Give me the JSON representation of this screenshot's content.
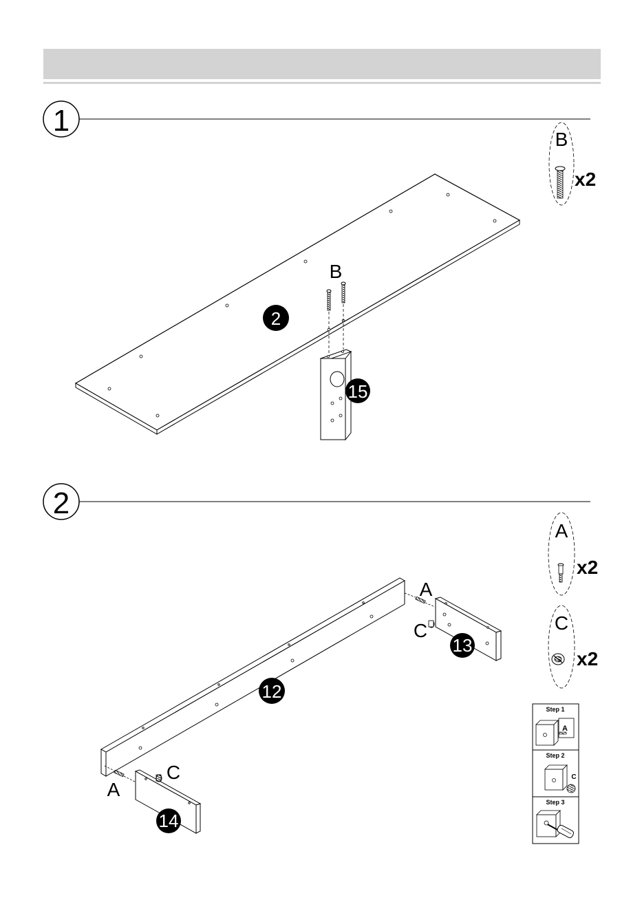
{
  "steps": [
    {
      "number": "1"
    },
    {
      "number": "2"
    }
  ],
  "step1": {
    "part_panel": "2",
    "part_leg": "15",
    "hardware_label": "B",
    "hardware_qty": "x2",
    "callout_label": "B"
  },
  "step2": {
    "part_long": "12",
    "part_right": "13",
    "part_left": "14",
    "hardware": [
      {
        "label": "A",
        "qty": "x2"
      },
      {
        "label": "C",
        "qty": "x2"
      }
    ],
    "callouts": {
      "a_right": "A",
      "c_right": "C",
      "a_left": "A",
      "c_left": "C"
    },
    "cam_steps": [
      {
        "title": "Step  1",
        "tag": "A"
      },
      {
        "title": "Step  2",
        "tag": "C"
      },
      {
        "title": "Step  3"
      }
    ]
  }
}
